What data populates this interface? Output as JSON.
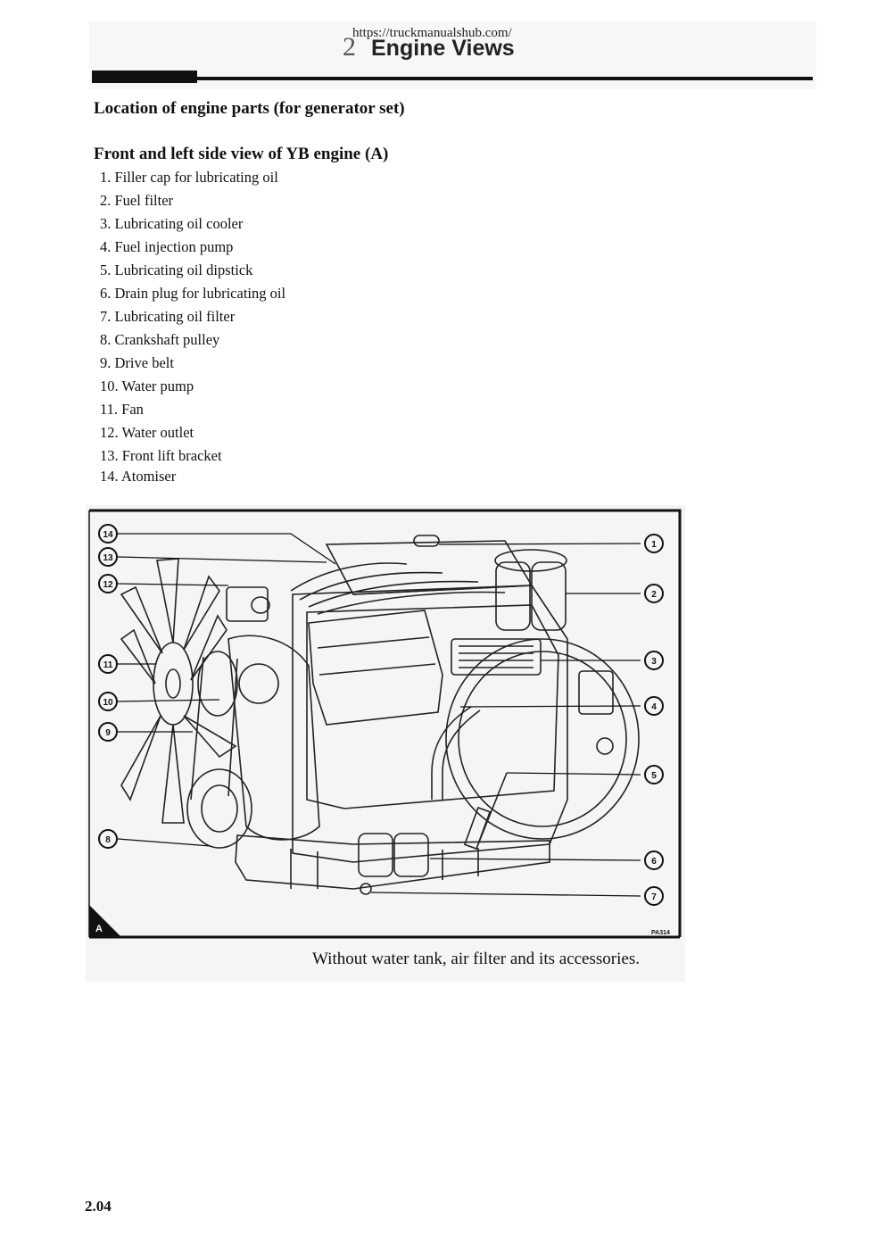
{
  "header": {
    "url": "https://truckmanualshub.com/",
    "chapter_number": "2",
    "chapter_title": "Engine Views"
  },
  "section_title": "Location of engine parts (for generator set)",
  "view_title": "Front and left side view of YB engine (A)",
  "parts": [
    "1. Filler cap for lubricating oil",
    "2. Fuel filter",
    "3. Lubricating oil cooler",
    "4. Fuel injection pump",
    "5. Lubricating oil dipstick",
    "6. Drain plug for lubricating oil",
    "7. Lubricating oil filter",
    "8. Crankshaft pulley",
    "9. Drive belt",
    "10. Water pump",
    "11. Fan",
    "12. Water outlet",
    "13. Front lift bracket",
    "14. Atomiser"
  ],
  "figure": {
    "callouts_left": [
      "14",
      "13",
      "12",
      "11",
      "10",
      "9",
      "8"
    ],
    "callouts_right": [
      "1",
      "2",
      "3",
      "4",
      "5",
      "6",
      "7"
    ],
    "view_letter": "A",
    "figure_code": "PA314"
  },
  "caption": "Without water tank, air filter and its accessories.",
  "page_number": "2.04"
}
